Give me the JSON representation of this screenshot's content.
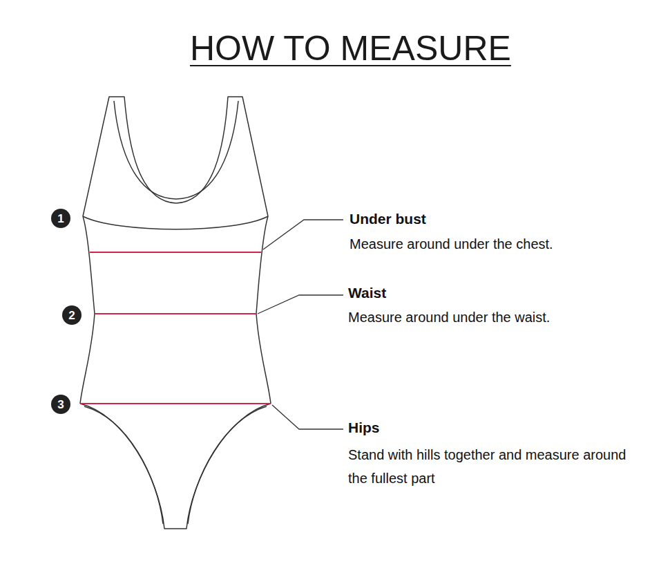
{
  "diagram": {
    "title": "HOW TO MEASURE",
    "nodes": [
      {
        "text": [
          "1"
        ]
      },
      {
        "text": [
          "2"
        ]
      },
      {
        "text": [
          "3"
        ]
      }
    ],
    "labels": [
      "Under bust",
      "Measure around under the chest.",
      "Waist",
      "Measure around under the waist.",
      "Hips",
      "Stand with hills together and measure around  the fullest part"
    ]
  }
}
